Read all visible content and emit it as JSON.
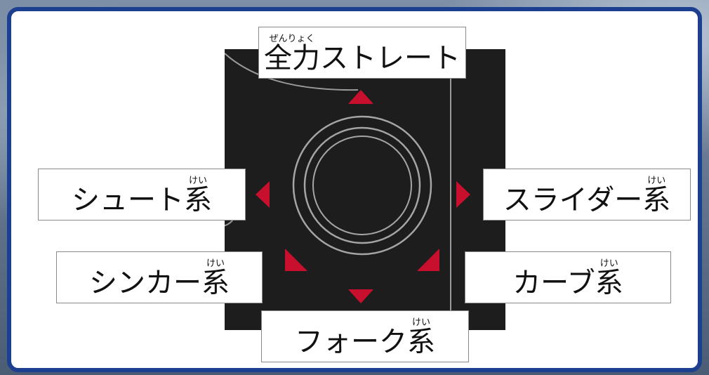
{
  "colors": {
    "panel_border": "#1c3f8f",
    "pad": "#1d1d1d",
    "arrow": "#c8102e"
  },
  "labels": {
    "top": {
      "base": "全力ストレート",
      "kanji": "全力",
      "rest": "ストレート",
      "ruby": "ぜんりょく"
    },
    "left": {
      "base": "シュート",
      "kanji": "系",
      "ruby": "けい"
    },
    "right": {
      "base": "スライダー",
      "kanji": "系",
      "ruby": "けい"
    },
    "bottom_left": {
      "base": "シンカー",
      "kanji": "系",
      "ruby": "けい"
    },
    "bottom_right": {
      "base": "カーブ",
      "kanji": "系",
      "ruby": "けい"
    },
    "bottom": {
      "base": "フォーク",
      "kanji": "系",
      "ruby": "けい"
    }
  },
  "icons": [
    "analog-stick-icon",
    "arrow-up-icon",
    "arrow-left-icon",
    "arrow-right-icon",
    "arrow-down-icon",
    "arrow-down-left-icon",
    "arrow-down-right-icon"
  ]
}
